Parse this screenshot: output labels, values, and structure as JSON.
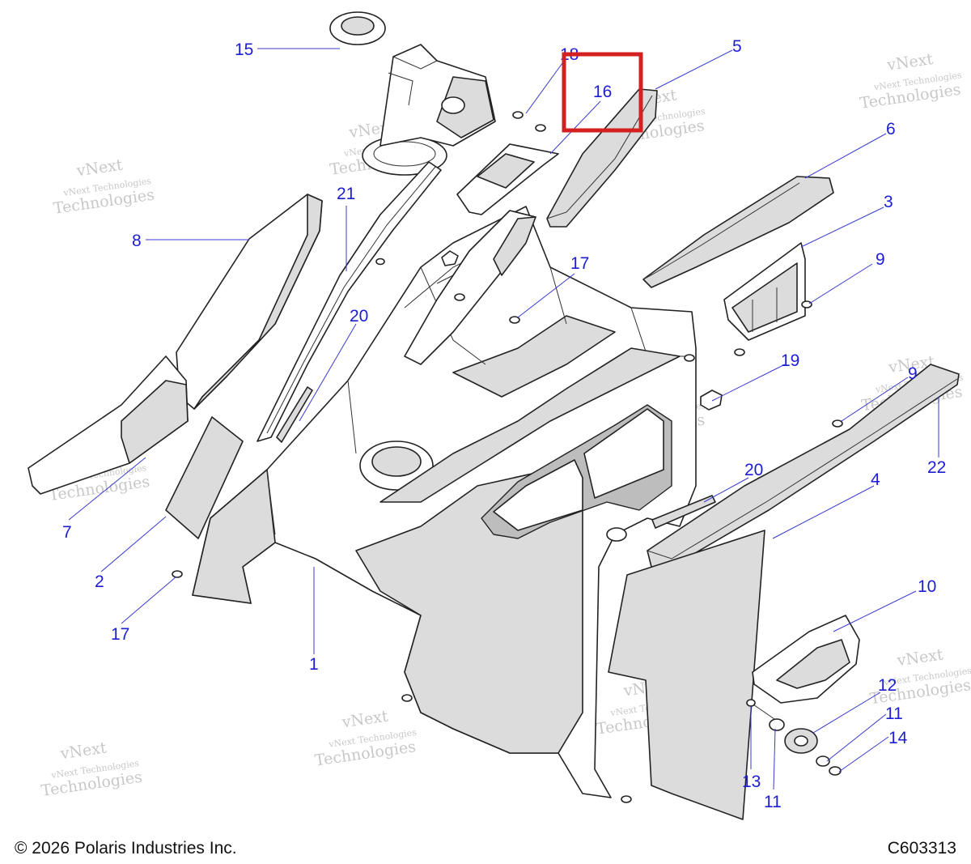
{
  "diagram": {
    "callouts": {
      "c15": "15",
      "c18": "18",
      "c16": "16",
      "c5": "5",
      "c6": "6",
      "c3": "3",
      "c9a": "9",
      "c21": "21",
      "c8": "8",
      "c17a": "17",
      "c20a": "20",
      "c19": "19",
      "c9b": "9",
      "c22": "22",
      "c7": "7",
      "c2": "2",
      "c20b": "20",
      "c4": "4",
      "c17b": "17",
      "c1": "1",
      "c10": "10",
      "c12": "12",
      "c11a": "11",
      "c14": "14",
      "c13": "13",
      "c11b": "11"
    },
    "highlight_color": "#d42020",
    "callout_color": "#1d1dd6",
    "watermark": {
      "line1": "vNext Technologies",
      "line2": "vNext",
      "line3": "Technologies"
    }
  },
  "footer": {
    "copyright": "© 2026 Polaris Industries Inc.",
    "code": "C603313"
  }
}
